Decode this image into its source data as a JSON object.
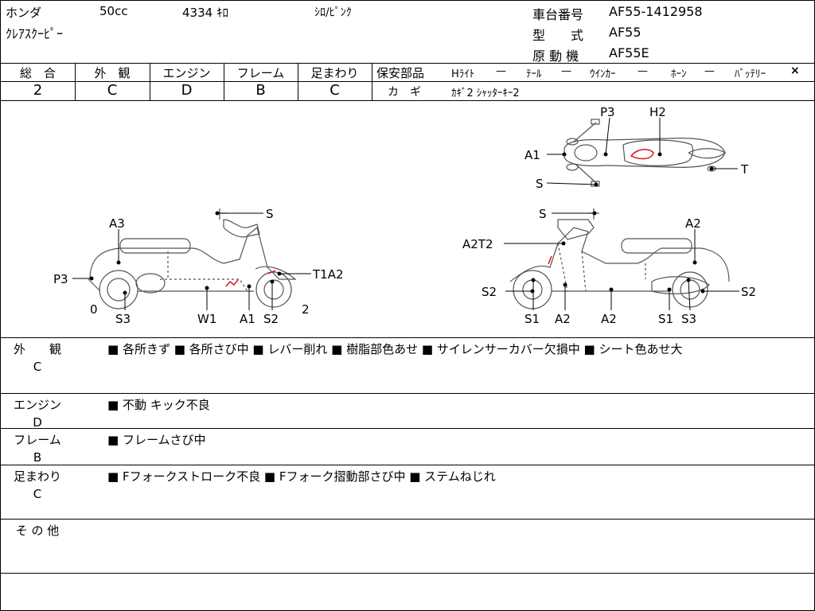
{
  "header": {
    "maker": "ホンダ",
    "displacement": "50cc",
    "mileage": "4334 ｷﾛ",
    "color": "ｼﾛ/ﾋﾟﾝｸ",
    "model_name": "ｸﾚｱｽｸｰﾋﾟｰ",
    "frame_label": "車台番号",
    "frame_no": "AF55-1412958",
    "type_label": "型　　式",
    "type_value": "AF55",
    "engine_label": "原 動 機",
    "engine_value": "AF55E"
  },
  "grades": [
    {
      "label": "総　合",
      "value": "2"
    },
    {
      "label": "外　観",
      "value": "C"
    },
    {
      "label": "エンジン",
      "value": "D"
    },
    {
      "label": "フレーム",
      "value": "B"
    },
    {
      "label": "足まわり",
      "value": "C"
    }
  ],
  "safety": {
    "title": "保安部品",
    "items": [
      {
        "name": "Hﾗｲﾄ",
        "mark": "—"
      },
      {
        "name": "ﾃｰﾙ",
        "mark": "—"
      },
      {
        "name": "ｳｲﾝｶｰ",
        "mark": "—"
      },
      {
        "name": "ﾎｰﾝ",
        "mark": "—"
      },
      {
        "name": "ﾊﾞｯﾃﾘｰ",
        "mark": "×"
      }
    ],
    "key_label": "カ　ギ",
    "key_value": "ｶｷﾞ2 ｼｬｯﾀｰｷｰ2"
  },
  "diagram_labels": {
    "top": [
      "P3",
      "H2",
      "A1",
      "T",
      "S"
    ],
    "left": [
      "S",
      "A3",
      "P3",
      "T1A2",
      "0",
      "S3",
      "W1",
      "A1",
      "S2",
      "2"
    ],
    "right": [
      "S",
      "A2",
      "A2T2",
      "S2",
      "S2",
      "S1",
      "A2",
      "A2",
      "S1",
      "S3"
    ]
  },
  "sections": [
    {
      "name1": "外　　観",
      "name2": "C",
      "text": "■ 各所きず ■ 各所さび中 ■ レバー削れ ■ 樹脂部色あせ ■ サイレンサーカバー欠損中 ■ シート色あせ大"
    },
    {
      "name1": "エンジン",
      "name2": "D",
      "text": "■ 不動 キック不良"
    },
    {
      "name1": "フレーム",
      "name2": "B",
      "text": "■ フレームさび中"
    },
    {
      "name1": "足まわり",
      "name2": "C",
      "text": "■ Fフォークストローク不良 ■ Fフォーク摺動部さび中 ■ ステムねじれ"
    },
    {
      "name1": "そ の 他",
      "name2": "",
      "text": ""
    }
  ]
}
